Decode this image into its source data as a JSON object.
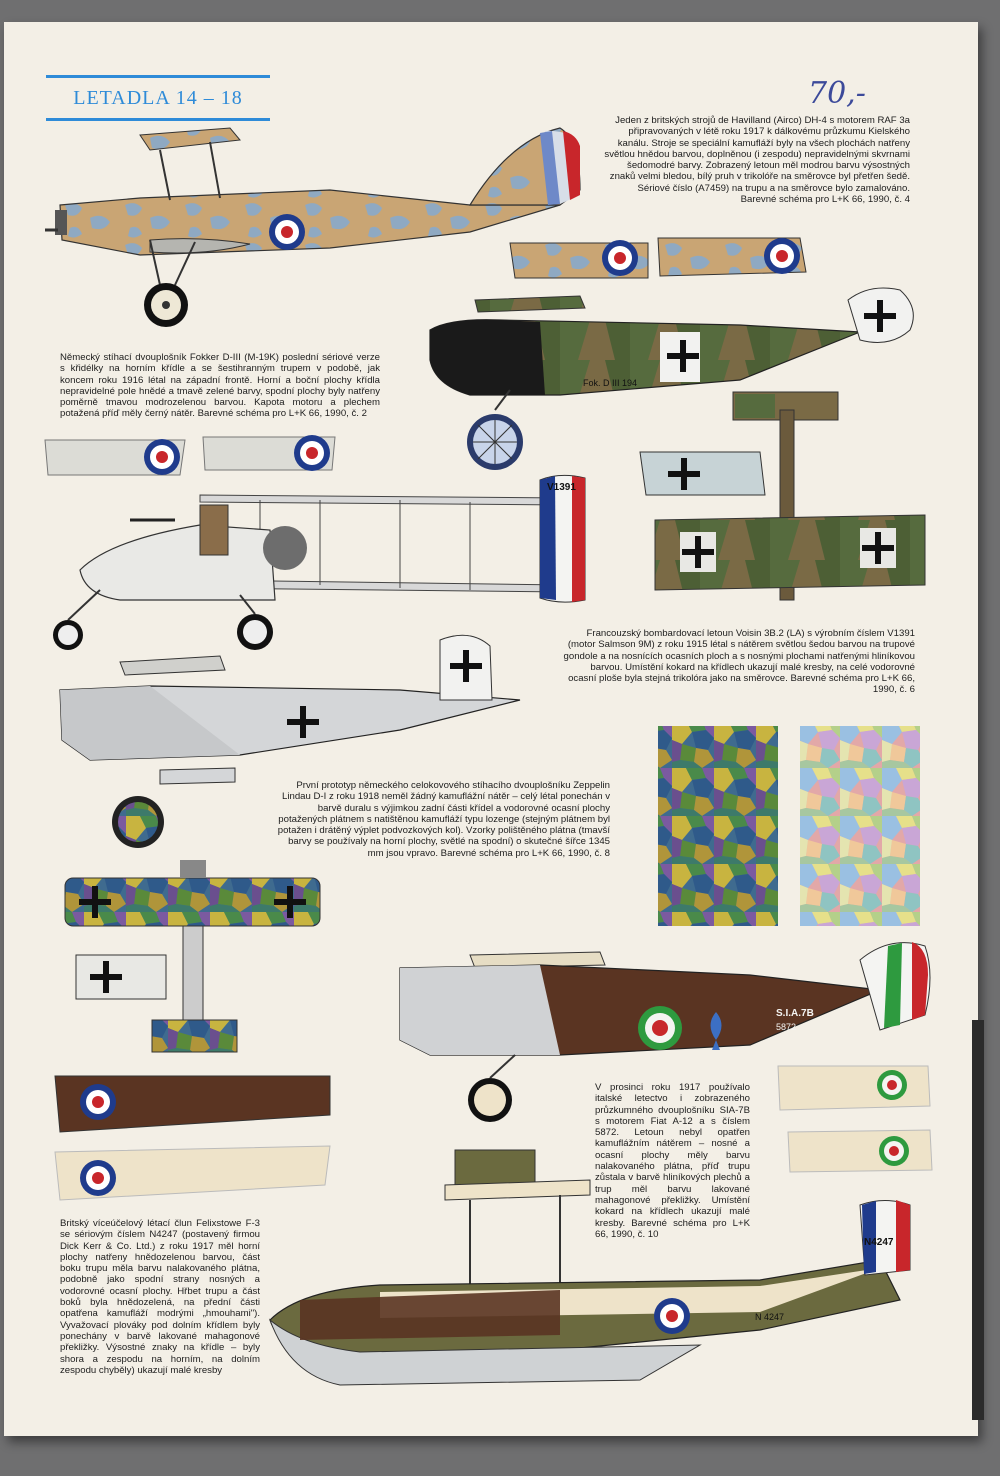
{
  "header": {
    "title": "LETADLA 14 – 18",
    "handwritten_mark": "70,-"
  },
  "captions": {
    "dh4": "Jeden z britských strojů de Havilland (Airco) DH-4 s motorem RAF 3a připravovaných v létě roku 1917 k dálkovému průzkumu Kielského kanálu. Stroje se speciální kamufláží byly na všech plochách natřeny světlou hnědou barvou, doplněnou (i zespodu) nepravidelnými skvrnami šedomodré barvy. Zobrazený letoun měl modrou barvu výsostných znaků velmi bledou, bílý pruh v trikolóře na směrovce byl přetřen šedě. Sériové číslo (A7459) na trupu a na směrovce bylo zamalováno. Barevné schéma pro L+K 66, 1990, č. 4",
    "fokker": "Německý stíhací dvouplošník Fokker D-III (M-19K) poslední sériové verze s křidélky na horním křídle a se šestihranným trupem v podobě, jak koncem roku 1916 létal na západní frontě. Horní a boční plochy křídla nepravidelné pole hnědé a tmavě zelené barvy, spodní plochy byly natřeny poměrně tmavou modrozelenou barvou. Kapota motoru a plechem potažená příď měly černý nátěr. Barevné schéma pro L+K 66, 1990, č. 2",
    "voisin": "Francouzský bombardovací letoun Voisin 3B.2 (LA) s výrobním číslem V1391 (motor Salmson 9M) z roku 1915 létal s nátěrem světlou šedou barvou na trupové gondole a na nosnících ocasních ploch a s nosnými plochami natřenými hliníkovou barvou. Umístění kokard na křídlech ukazují malé kresby, na celé vodorovné ocasní ploše byla stejná trikolóra jako na směrovce. Barevné schéma pro L+K 66, 1990, č. 6",
    "zeppelin": "První prototyp německého celokovového stíhacího dvouplošníku Zeppelin Lindau D-I z roku 1918 neměl žádný kamuflážní nátěr – celý létal ponechán v barvě duralu s výjimkou zadní části křídel a vodorovné ocasní plochy potažených plátnem s natištěnou kamufláží typu lozenge (stejným plátnem byl potažen i drátěný výplet podvozkových kol). Vzorky polištěného plátna (tmavší barvy se používaly na horní plochy, světlé na spodní) o skutečné šířce 1345 mm jsou vpravo. Barevné schéma pro L+K 66, 1990, č. 8",
    "sia": "V prosinci roku 1917 používalo italské letectvo i zobrazeného průzkumného dvouplošníku SIA-7B s motorem Fiat A-12 a s číslem 5872. Letoun nebyl opatřen kamuflážním nátěrem – nosné a ocasní plochy měly barvu nalakovaného plátna, příď trupu zůstala v barvě hliníkových plechů a trup měl barvu lakované mahagonové překližky. Umístění kokard na křídlech ukazují malé kresby. Barevné schéma pro L+K 66, 1990, č. 10",
    "felixstowe": "Britský víceúčelový létací člun Felixstowe F-3 se sériovým číslem N4247 (postavený firmou Dick Kerr & Co. Ltd.) z roku 1917 měl horní plochy natřeny hnědozelenou barvou, část boku trupu měla barvu nalakovaného plátna, podobně jako spodní strany nosných a vodorovné ocasní plochy. Hřbet trupu a část boků byla hnědozelená, na přední části opatřena kamufláží modrými „hmouhami\"). Vyvažovací plováky pod dolním křídlem byly ponechány v barvě lakované mahagonové překližky. Výsostné znaky na křídle – byly shora a zespodu na horním, na dolním zespodu chyběly) ukazují malé kresby"
  },
  "markings": {
    "voisin_serial": "V1391",
    "fokker_code": "Fok. D III 194",
    "sia_name": "S.I.A.7B",
    "sia_number": "5872",
    "felix_tail": "N4247",
    "felix_hull": "N 4247"
  },
  "colors": {
    "page": "#f3efe6",
    "title_blue": "#2e8bd8",
    "roundel_blue": "#1f3b8c",
    "roundel_red": "#c8262b",
    "tan": "#c9a574",
    "camo_blue": "#7d9bb8",
    "mahogany": "#5a3422",
    "olive": "#6b6a3f",
    "grey": "#cfd2d4"
  }
}
